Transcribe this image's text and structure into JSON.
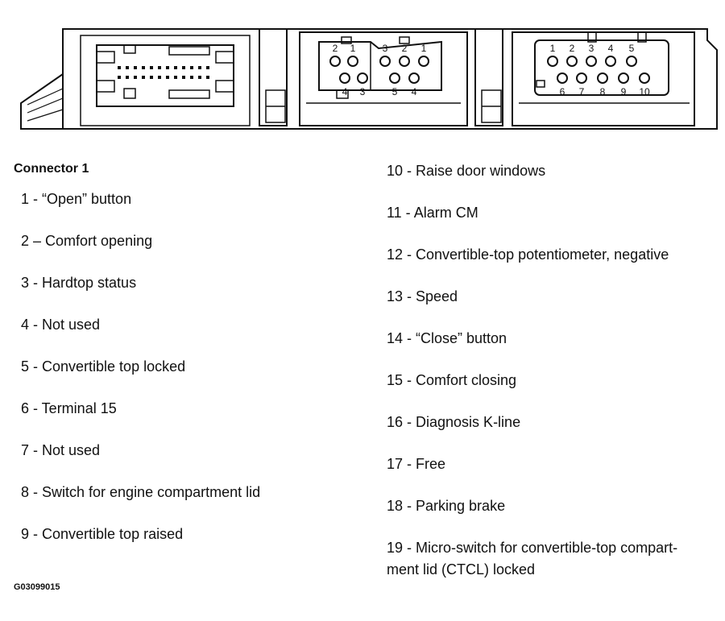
{
  "connector_heading": "Connector 1",
  "left_items": [
    "1 - “Open” button",
    "2 – Comfort opening",
    "3 - Hardtop status",
    "4 - Not used",
    "5 - Convertible top locked",
    "6 - Terminal 15",
    "7 - Not used",
    "8 - Switch for engine compartment lid",
    "9 - Convertible top raised"
  ],
  "right_items": [
    "10 - Raise door windows",
    "11 - Alarm CM",
    "12 - Convertible-top potentiometer, negative",
    "13 - Speed",
    "14 - “Close” button",
    "15 - Comfort closing",
    "16 - Diagnosis K-line",
    "17 - Free",
    "18 - Parking brake"
  ],
  "item_19_line1": "19 - Micro-switch for convertible-top compart-",
  "item_19_line2": "ment lid (CTCL) locked",
  "figure_code": "G03099015",
  "connector_b_top_pins": [
    "2",
    "1",
    "3",
    "2",
    "1"
  ],
  "connector_b_bottom_pins": [
    "4",
    "3",
    "5",
    "4"
  ],
  "connector_c_top_pins": [
    "1",
    "2",
    "3",
    "4",
    "5"
  ],
  "connector_c_bottom_pins": [
    "6",
    "7",
    "8",
    "9",
    "10"
  ]
}
